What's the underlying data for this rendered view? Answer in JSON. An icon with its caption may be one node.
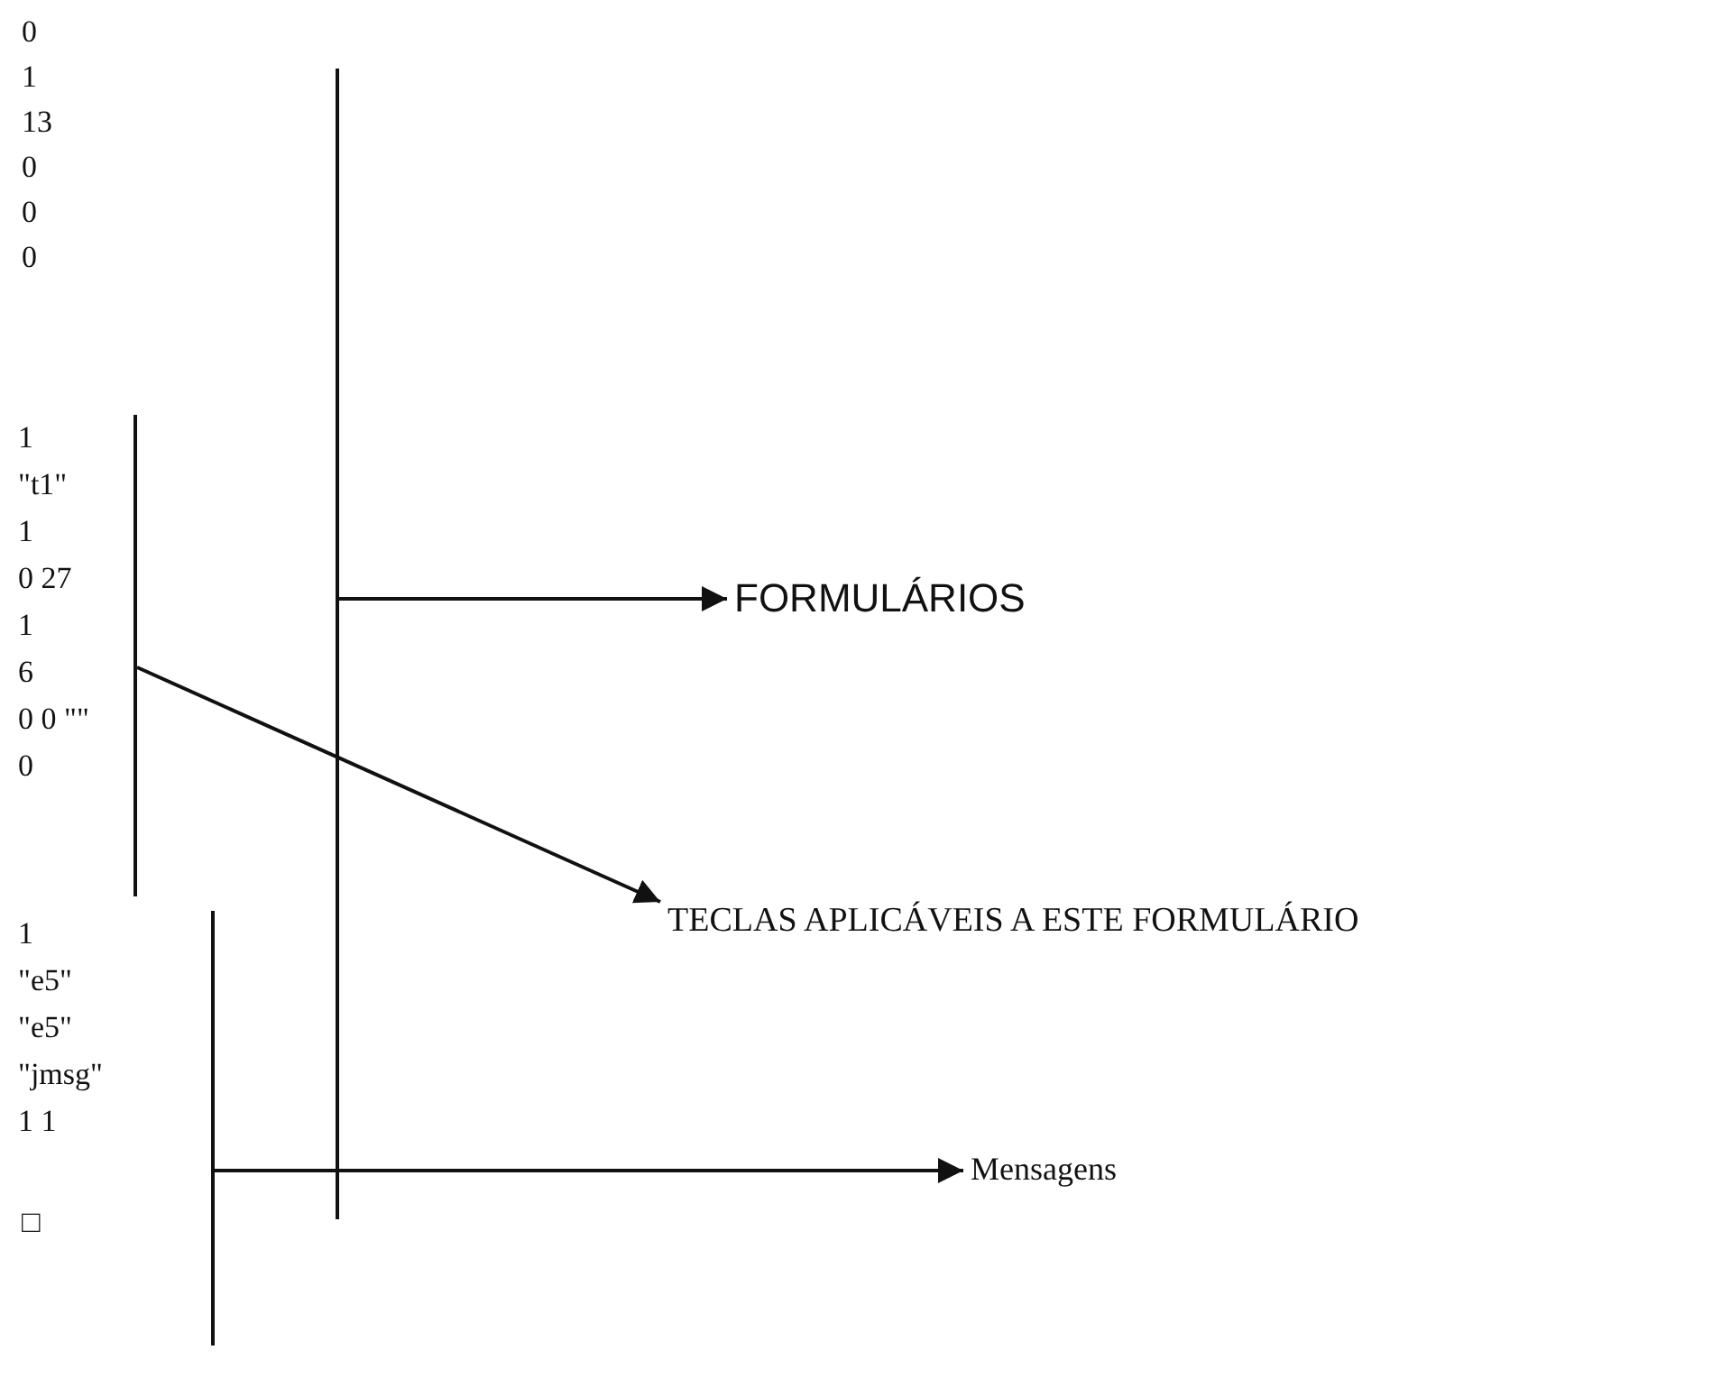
{
  "diagram": {
    "nodes": [
      {
        "text": [],
        "shape": "bar"
      },
      {
        "text": [
          "FORMULÁRIOS"
        ]
      },
      {
        "text": [
          "1",
          "\"t1\"",
          "1",
          "0 27",
          "1",
          "6",
          "0 0 \"\"",
          "0"
        ]
      },
      {
        "text": [
          "TECLAS APLICÁVEIS A ESTE FORMULÁRIO"
        ]
      },
      {
        "text": [
          "1",
          "\"e5\"",
          "\"e5\"",
          "\"jmsg\"",
          "1 1"
        ]
      },
      {
        "text": [
          "Mensagens"
        ]
      }
    ],
    "edges": [
      {
        "from": 0,
        "to": 1,
        "arrow": "to"
      },
      {
        "from": 2,
        "to": 3,
        "arrow": "to"
      },
      {
        "from": 4,
        "to": 5,
        "arrow": "to"
      }
    ],
    "labels": [
      "0",
      "1",
      "13",
      "0",
      "0",
      "0",
      "□"
    ]
  }
}
